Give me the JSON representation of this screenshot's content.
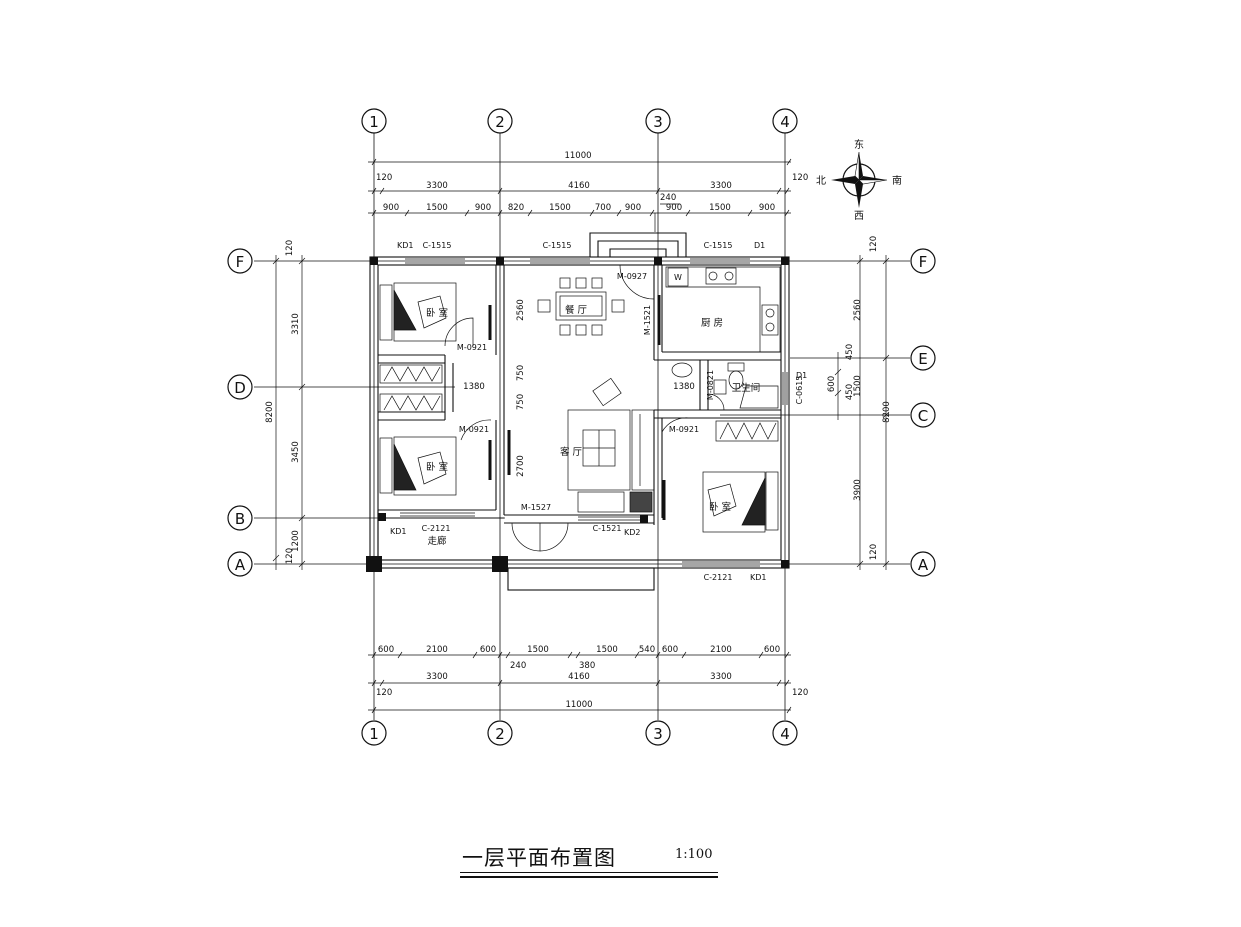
{
  "drawing": {
    "title": "一层平面布置图",
    "scale": "1:100"
  },
  "compass": {
    "east": "东",
    "south": "南",
    "west": "西",
    "north": "北"
  },
  "axes": {
    "columns": [
      "1",
      "2",
      "3",
      "4"
    ],
    "rows": [
      "F",
      "E",
      "D",
      "C",
      "B",
      "A"
    ]
  },
  "dimensions": {
    "top_overall": "11000",
    "top_bays": [
      "120",
      "3300",
      "4160",
      "3300",
      "120"
    ],
    "top_extra": "240",
    "top_detail": [
      "900",
      "1500",
      "900",
      "820",
      "1500",
      "700",
      "900",
      "900",
      "1500",
      "900"
    ],
    "bottom_detail": [
      "600",
      "2100",
      "600",
      "1500",
      "1500",
      "540",
      "600",
      "2100",
      "600"
    ],
    "bottom_offsets": [
      "240",
      "380"
    ],
    "bottom_bays": [
      "120",
      "3300",
      "4160",
      "3300",
      "120"
    ],
    "bottom_overall": "11000",
    "left": [
      "120",
      "3310",
      "8200",
      "3450",
      "1200",
      "120"
    ],
    "right": [
      "120",
      "2560",
      "450",
      "600",
      "1500",
      "450",
      "8200",
      "3900",
      "120"
    ],
    "interior": [
      "2560",
      "1380",
      "750",
      "750",
      "2700",
      "1380"
    ]
  },
  "rooms": {
    "dining": "餐 厅",
    "kitchen": "厨 房",
    "living": "客 厅",
    "bedroom_nw": "卧 室",
    "bedroom_sw": "卧 室",
    "bedroom_e": "卧 室",
    "bathroom": "卫生间",
    "corridor": "走廊"
  },
  "openings": {
    "kd1_nw": "KD1",
    "c1515_a": "C-1515",
    "c1515_b": "C-1515",
    "c1515_c": "C-1515",
    "d1_ne": "D1",
    "m0927": "M-0927",
    "m1521": "M-1521",
    "m0921_a": "M-0921",
    "m0921_b": "M-0921",
    "m0921_c": "M-0921",
    "m0821": "M-0821",
    "d1_bath": "D1",
    "c0615": "C-0615",
    "c2121_a": "C-2121",
    "kd1_sw": "KD1",
    "m1527": "M-1527",
    "c1521": "C-1521",
    "kd2": "KD2",
    "c2121_b": "C-2121",
    "kd1_se": "KD1",
    "washer": "W"
  }
}
